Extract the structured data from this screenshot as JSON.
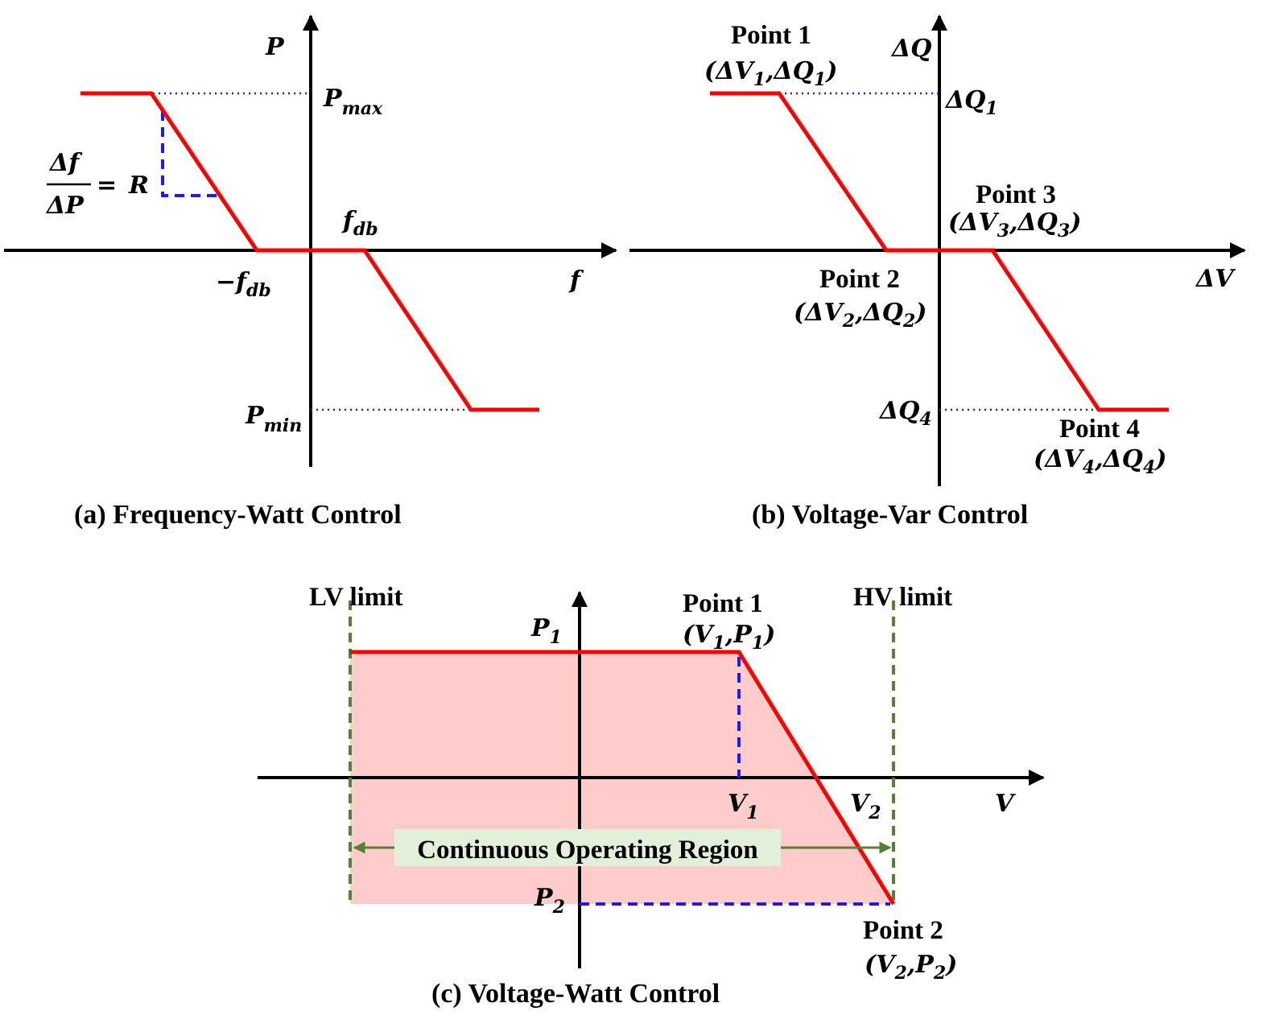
{
  "colors": {
    "curve": "#ff0000",
    "guide": "#1a1aff",
    "limit": "#548235",
    "region_fill": "#ffcccc",
    "region_label_bg": "#e2efd9"
  },
  "panel_a": {
    "caption": "(a) Frequency-Watt Control",
    "y_axis": "P",
    "x_axis": "f",
    "p_max": {
      "base": "P",
      "sub": "max"
    },
    "p_min": {
      "base": "P",
      "sub": "min"
    },
    "f_db": {
      "base": "f",
      "sub": "db"
    },
    "neg_f_db": {
      "sign": "−",
      "base": "f",
      "sub": "db"
    },
    "droop": {
      "numerator": "Δf",
      "denominator": "ΔP",
      "equals": "= ",
      "rhs": "R"
    }
  },
  "panel_b": {
    "caption": "(b) Voltage-Var Control",
    "y_axis": "ΔQ",
    "x_axis": "ΔV",
    "dq1": {
      "base": "ΔQ",
      "sub": "1"
    },
    "dq4": {
      "base": "ΔQ",
      "sub": "4"
    },
    "points": [
      {
        "name": "Point 1",
        "v": {
          "base": "ΔV",
          "sub": "1"
        },
        "q": {
          "base": "ΔQ",
          "sub": "1"
        }
      },
      {
        "name": "Point 2",
        "v": {
          "base": "ΔV",
          "sub": "2"
        },
        "q": {
          "base": "ΔQ",
          "sub": "2"
        }
      },
      {
        "name": "Point 3",
        "v": {
          "base": "ΔV",
          "sub": "3"
        },
        "q": {
          "base": "ΔQ",
          "sub": "3"
        }
      },
      {
        "name": "Point 4",
        "v": {
          "base": "ΔV",
          "sub": "4"
        },
        "q": {
          "base": "ΔQ",
          "sub": "4"
        }
      }
    ]
  },
  "panel_c": {
    "caption": "(c) Voltage-Watt Control",
    "x_axis": "V",
    "lv_limit": "LV limit",
    "hv_limit": "HV limit",
    "region": "Continuous Operating Region",
    "p1": {
      "base": "P",
      "sub": "1"
    },
    "p2": {
      "base": "P",
      "sub": "2"
    },
    "v1": {
      "base": "V",
      "sub": "1"
    },
    "v2": {
      "base": "V",
      "sub": "2"
    },
    "points": [
      {
        "name": "Point 1",
        "v": {
          "base": "V",
          "sub": "1"
        },
        "p": {
          "base": "P",
          "sub": "1"
        }
      },
      {
        "name": "Point 2",
        "v": {
          "base": "V",
          "sub": "2"
        },
        "p": {
          "base": "P",
          "sub": "2"
        }
      }
    ]
  },
  "punct": {
    "open": "(",
    "comma": ",",
    "close": ")"
  }
}
